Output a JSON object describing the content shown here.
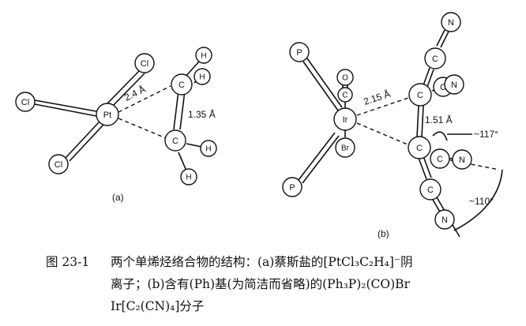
{
  "figure": {
    "panel_a": {
      "atoms": {
        "pt": "Pt",
        "cl_left": "Cl",
        "cl_top": "Cl",
        "cl_bottom": "Cl",
        "c_top": "C",
        "c_bottom": "C",
        "h_top": "H",
        "h_top_right": "H",
        "h_bottom_right": "H",
        "h_bottom": "H"
      },
      "labels": {
        "pt_c_distance": "2.4 Å",
        "c_c_distance": "1.35 Å",
        "panel": "(a)"
      }
    },
    "panel_b": {
      "atoms": {
        "ir": "Ir",
        "p_top": "P",
        "p_bottom": "P",
        "o": "O",
        "c_co": "C",
        "br": "Br",
        "c_top": "C",
        "c_bottom": "C",
        "c_cn_top": "C",
        "n_top": "N",
        "c_cn_right_top": "C",
        "n_right_top": "N",
        "c_cn_right_bottom": "C",
        "n_right_bottom": "N",
        "c_cn_bottom": "C",
        "n_bottom": "N"
      },
      "labels": {
        "ir_c_distance": "2.15 Å",
        "c_c_distance": "1.51 Å",
        "angle_1": "~117°",
        "angle_2": "~110°",
        "panel": "(b)"
      }
    }
  },
  "caption": {
    "number": "图 23-1",
    "lines": [
      "两个单烯烃络合物的结构：(a)蔡斯盐的[PtCl₃C₂H₄]⁻阴",
      "离子；(b)含有(Ph)基(为简洁而省略)的(Ph₃P)₂(CO)Br",
      "Ir[C₂(CN)₄]分子"
    ]
  }
}
